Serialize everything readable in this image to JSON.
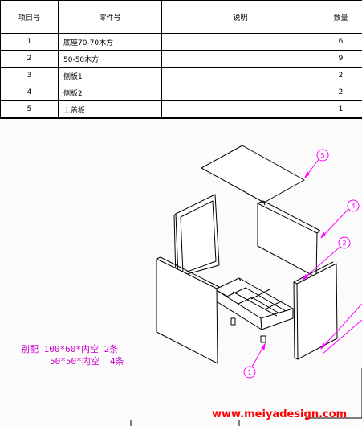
{
  "bom": {
    "headers": {
      "item_no": "项目号",
      "part_no": "零件号",
      "description": "说明",
      "qty": "数量"
    },
    "rows": [
      {
        "item_no": "1",
        "part_no": "底座70-70木方",
        "description": "",
        "qty": "6"
      },
      {
        "item_no": "2",
        "part_no": "50-50木方",
        "description": "",
        "qty": "9"
      },
      {
        "item_no": "3",
        "part_no": "侧板1",
        "description": "",
        "qty": "2"
      },
      {
        "item_no": "4",
        "part_no": "侧板2",
        "description": "",
        "qty": "2"
      },
      {
        "item_no": "5",
        "part_no": "上盖板",
        "description": "",
        "qty": "1"
      }
    ]
  },
  "balloons": [
    "5",
    "4",
    "2",
    "1"
  ],
  "note": {
    "line1": "别配 100*60*内空 2条",
    "line2": "50*50*内空  4条"
  },
  "watermark": "www.meiyadesign.com",
  "colors": {
    "note": "#cc00cc",
    "leader": "#ff00ff",
    "watermark": "#ff0000",
    "line": "#000000"
  }
}
